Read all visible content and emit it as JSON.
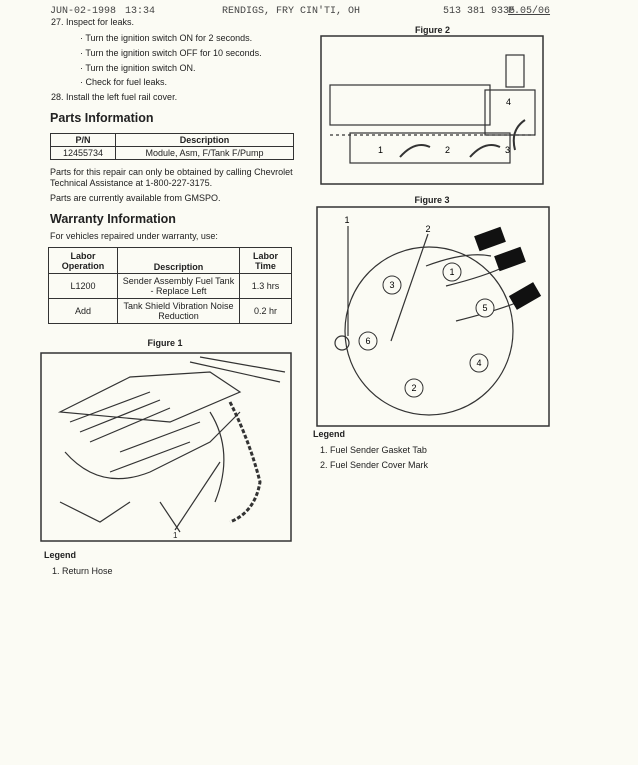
{
  "fax_header": {
    "date": "JUN-02-1998",
    "time": "13:34",
    "sender": "RENDIGS, FRY CIN'TI, OH",
    "phone": "513 381 9335",
    "page": "P.05/06"
  },
  "steps": [
    {
      "text": "27. Inspect for leaks.",
      "bullets": [
        "Turn the ignition switch ON for 2 seconds.",
        "Turn the ignition switch OFF for 10 seconds.",
        "Turn the ignition switch ON.",
        "Check for fuel leaks."
      ]
    },
    {
      "text": "28. Install the left fuel rail cover."
    }
  ],
  "parts": {
    "title": "Parts Information",
    "headers": [
      "P/N",
      "Description"
    ],
    "rows": [
      [
        "12455734",
        "Module, Asm, F/Tank F/Pump"
      ]
    ],
    "note1": "Parts for this repair can only be obtained by calling Chevrolet Technical Assistance at 1-800-227-3175.",
    "note2": "Parts are currently available from GMSPO."
  },
  "warranty": {
    "title": "Warranty Information",
    "intro": "For vehicles repaired under warranty, use:",
    "headers": [
      "Labor Operation",
      "Description",
      "Labor Time"
    ],
    "rows": [
      [
        "L1200",
        "Sender Assembly Fuel Tank - Replace Left",
        "1.3 hrs"
      ],
      [
        "Add",
        "Tank Shield Vibration Noise Reduction",
        "0.2 hr"
      ]
    ]
  },
  "figure1": {
    "title": "Figure 1",
    "callout": "1",
    "legend_title": "Legend",
    "legend": [
      "1. Return Hose"
    ]
  },
  "figure2": {
    "title": "Figure 2",
    "labels": [
      "1",
      "2",
      "3",
      "4"
    ]
  },
  "figure3": {
    "title": "Figure 3",
    "labels": [
      "1",
      "2",
      "3",
      "4",
      "5",
      "6"
    ],
    "callouts": [
      "1",
      "2"
    ],
    "legend_title": "Legend",
    "legend": [
      "1. Fuel Sender Gasket Tab",
      "2. Fuel Sender Cover Mark"
    ]
  }
}
